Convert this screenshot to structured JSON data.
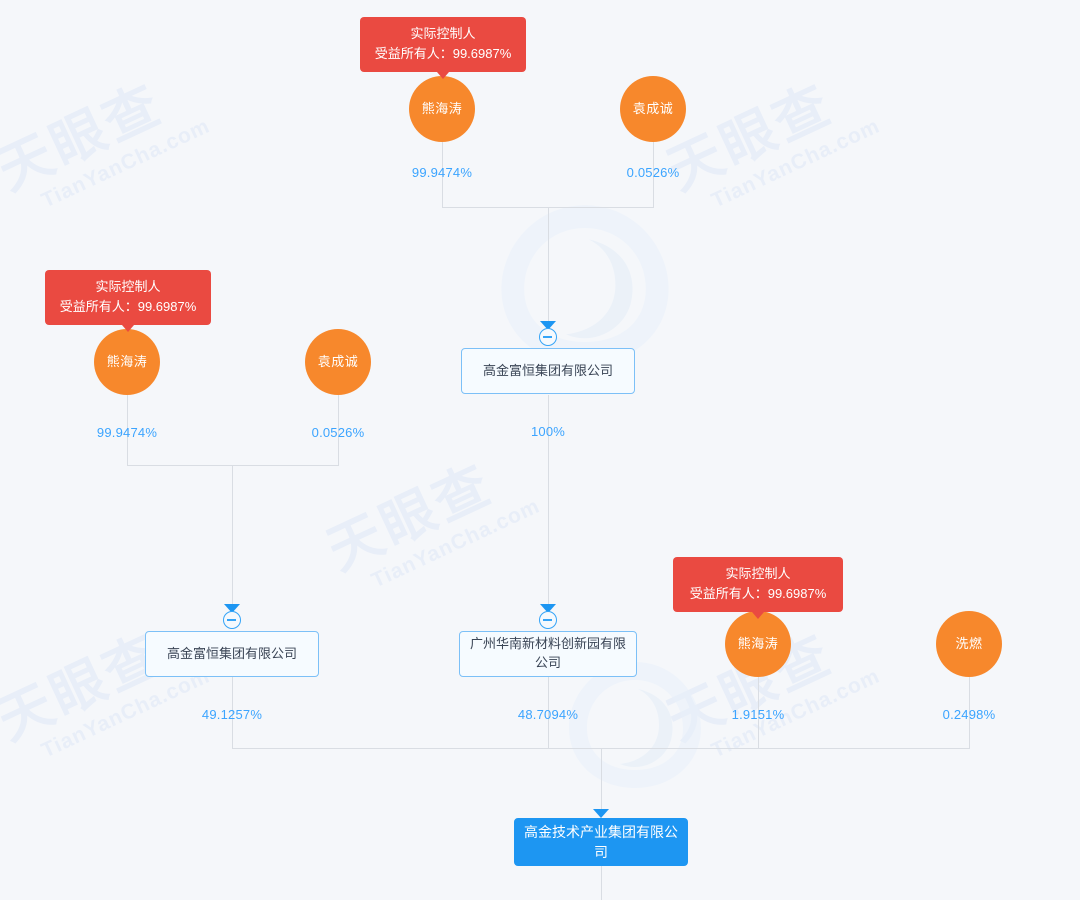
{
  "page": {
    "title": "股权结构图",
    "background_color": "#f5f7fa",
    "watermark_text_cn": "天眼查",
    "watermark_text_en": "TianYanCha.com"
  },
  "theme": {
    "person_color": "#f7882c",
    "badge_color": "#ea4a41",
    "company_border_color": "#7cc0f7",
    "primary_color": "#1d96f2",
    "percent_color": "#3ba4ff",
    "edge_color": "#d9dde3"
  },
  "badges": [
    {
      "line1": "实际控制人",
      "line2": "受益所有人：99.6987%"
    },
    {
      "line1": "实际控制人",
      "line2": "受益所有人：99.6987%"
    },
    {
      "line1": "实际控制人",
      "line2": "受益所有人：99.6987%"
    }
  ],
  "persons": [
    {
      "name": "熊海涛"
    },
    {
      "name": "袁成诚"
    },
    {
      "name": "熊海涛"
    },
    {
      "name": "袁成诚"
    },
    {
      "name": "熊海涛"
    },
    {
      "name": "洗燃"
    }
  ],
  "companies": [
    {
      "name": "高金富恒集团有限公司"
    },
    {
      "name": "高金富恒集团有限公司"
    },
    {
      "name": "广州华南新材料创新园有限公司"
    },
    {
      "name": "高金技术产业集团有限公司"
    }
  ],
  "percentages": [
    {
      "value": "99.9474%"
    },
    {
      "value": "0.0526%"
    },
    {
      "value": "100%"
    },
    {
      "value": "99.9474%"
    },
    {
      "value": "0.0526%"
    },
    {
      "value": "49.1257%"
    },
    {
      "value": "48.7094%"
    },
    {
      "value": "1.9151%"
    },
    {
      "value": "0.2498%"
    }
  ],
  "icons": {
    "collapse": "circle-minus-icon",
    "arrow": "arrow-down-icon"
  }
}
